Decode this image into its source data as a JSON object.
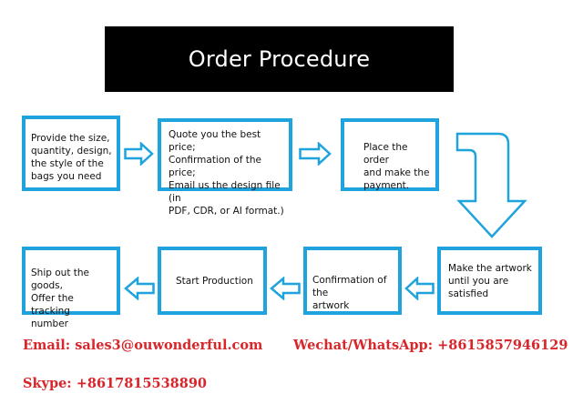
{
  "title": "Order Procedure",
  "steps": [
    {
      "text": "Provide the size,\nquantity, design,\nthe style of the\nbags you need"
    },
    {
      "text": "Quote you the best price;\nConfirmation of the price;\nEmail us the design file (in\nPDF, CDR, or AI format.)"
    },
    {
      "text": "Place the order\nand make the\npayment."
    },
    {
      "text": "Make the artwork\nuntil you are satisfied"
    },
    {
      "text": "Confirmation of the\nartwork"
    },
    {
      "text": "Start Production"
    },
    {
      "text": "Ship out the goods,\nOffer the tracking\nnumber"
    }
  ],
  "contacts": {
    "email": "Email: sales3@ouwonderful.com",
    "wechat": "Wechat/WhatsApp: +8615857946129",
    "skype": "Skype: +8617815538890"
  },
  "colors": {
    "accent": "#1fa3dd",
    "contact_text": "#d8262b",
    "title_bg": "#000000"
  }
}
